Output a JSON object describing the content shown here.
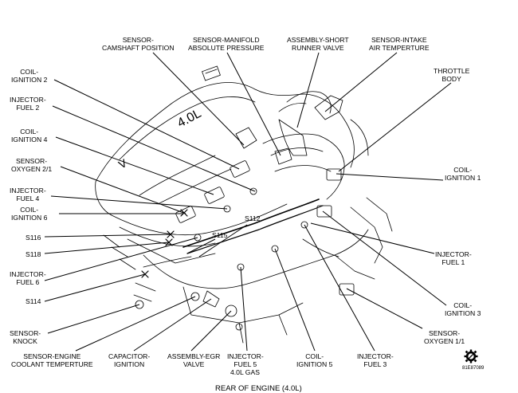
{
  "labels": {
    "sensor_camshaft": [
      "SENSOR-",
      "CAMSHAFT POSITION"
    ],
    "sensor_map": [
      "SENSOR-MANIFOLD",
      "ABSOLUTE PRESSURE"
    ],
    "assembly_short_runner": [
      "ASSEMBLY-SHORT",
      "RUNNER VALVE"
    ],
    "sensor_iat": [
      "SENSOR-INTAKE",
      "AIR TEMPERTURE"
    ],
    "throttle_body": [
      "THROTTLE",
      "BODY"
    ],
    "coil_ignition_2": [
      "COIL-",
      "IGNITION 2"
    ],
    "injector_fuel_2": [
      "INJECTOR-",
      "FUEL 2"
    ],
    "coil_ignition_4": [
      "COIL-",
      "IGNITION 4"
    ],
    "sensor_oxygen_21": [
      "SENSOR-",
      "OXYGEN 2/1"
    ],
    "injector_fuel_4": [
      "INJECTOR-",
      "FUEL 4"
    ],
    "coil_ignition_6": [
      "COIL-",
      "IGNITION 6"
    ],
    "s116": "S116",
    "s118": "S118",
    "injector_fuel_6": [
      "INJECTOR-",
      "FUEL 6"
    ],
    "s114": "S114",
    "sensor_knock": [
      "SENSOR-",
      "KNOCK"
    ],
    "sensor_ect": [
      "SENSOR-ENGINE",
      "COOLANT TEMPERTURE"
    ],
    "capacitor_ignition": [
      "CAPACITOR-",
      "IGNITION"
    ],
    "assembly_egr": [
      "ASSEMBLY-EGR",
      "VALVE"
    ],
    "injector_fuel_5": [
      "INJECTOR-",
      "FUEL 5"
    ],
    "coil_ignition_5": [
      "COIL-",
      "IGNITION 5"
    ],
    "injector_fuel_3": [
      "INJECTOR-",
      "FUEL 3"
    ],
    "sensor_oxygen_11": [
      "SENSOR-",
      "OXYGEN 1/1"
    ],
    "coil_ignition_3": [
      "COIL-",
      "IGNITION 3"
    ],
    "injector_fuel_1": [
      "INJECTOR-",
      "FUEL 1"
    ],
    "coil_ignition_1": [
      "COIL-",
      "IGNITION 1"
    ],
    "s112": "S112",
    "s115": "S115"
  },
  "engine_marking": "4.0L",
  "engine_type": "4.0L GAS",
  "caption": "REAR OF ENGINE (4.0L)",
  "figure_code": "81e87089",
  "icons": {
    "corner": "gear-icon"
  }
}
